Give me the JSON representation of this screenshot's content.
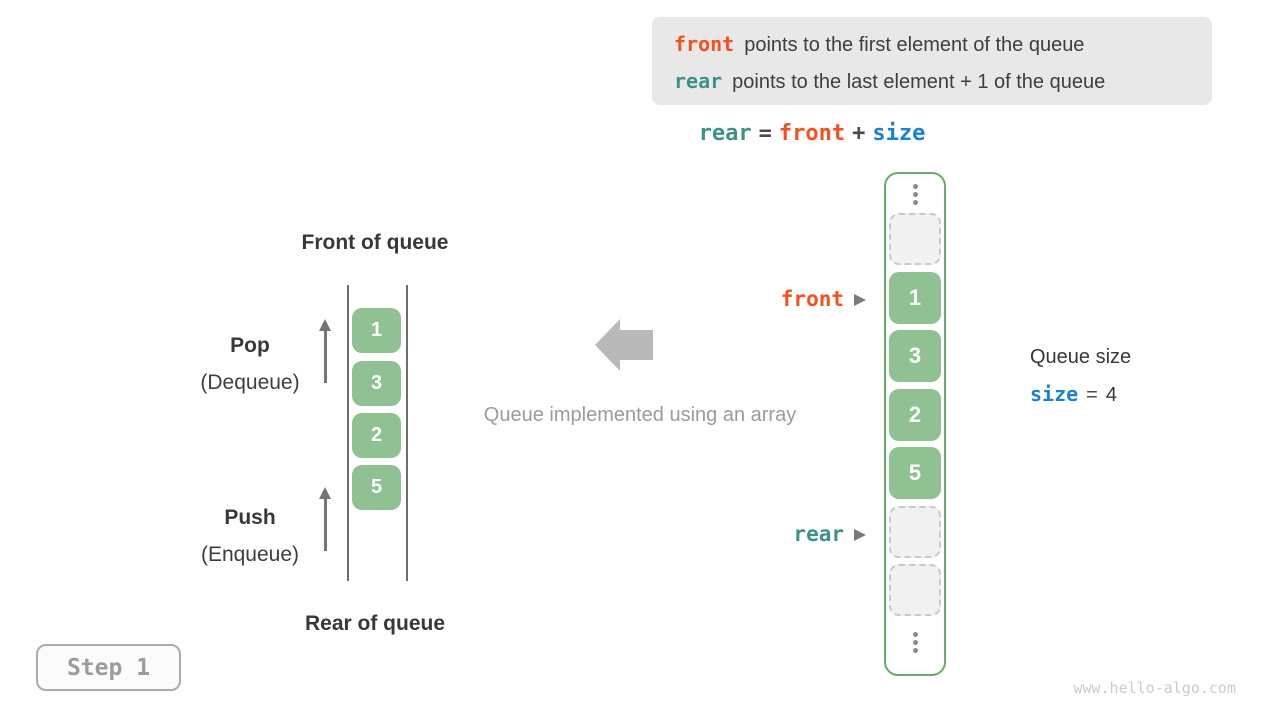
{
  "colors": {
    "front_orange": "#f4511e",
    "rear_teal": "#3f9188",
    "size_blue": "#1c7fd6",
    "cell_green": "#8fc193",
    "column_border_green": "#69ac69",
    "info_box_bg": "#e8e8e8",
    "muted_gray": "#9b9b9b"
  },
  "info_box": {
    "line1": {
      "code": "front",
      "text": "points to the first element of the queue"
    },
    "line2": {
      "code": "rear",
      "text": "points to the last element + 1 of the queue"
    }
  },
  "formula": {
    "lhs": "rear",
    "eq": "=",
    "mid": "front",
    "plus": "+",
    "rhs": "size"
  },
  "left_queue": {
    "front_label": "Front of queue",
    "rear_label": "Rear of queue",
    "pop_title": "Pop",
    "pop_subtitle": "(Dequeue)",
    "push_title": "Push",
    "push_subtitle": "(Enqueue)",
    "values": [
      "1",
      "3",
      "2",
      "5"
    ]
  },
  "middle_caption": "Queue implemented using an array",
  "array_column": {
    "front_pointer": "front",
    "rear_pointer": "rear",
    "values": [
      "1",
      "3",
      "2",
      "5"
    ]
  },
  "queue_size": {
    "title": "Queue size",
    "var": "size",
    "eq": "=",
    "value": "4"
  },
  "step_badge": "Step 1",
  "watermark": "www.hello-algo.com"
}
